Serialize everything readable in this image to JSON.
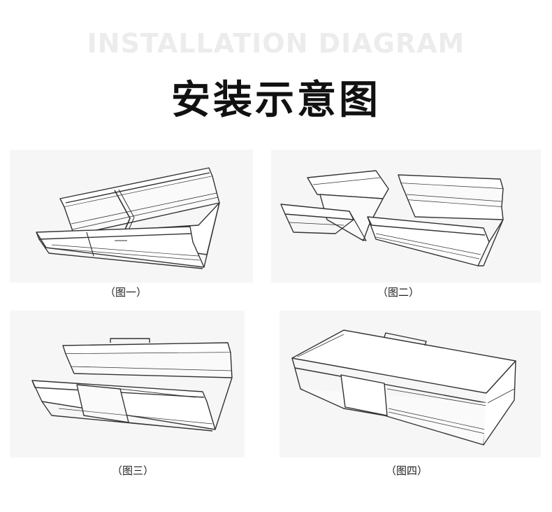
{
  "header": {
    "subtitle_en": "INSTALLATION DIAGRAM",
    "title_cn": "安装示意图"
  },
  "figures": [
    {
      "caption": "（图一）"
    },
    {
      "caption": "（图二）"
    },
    {
      "caption": "（图三）"
    },
    {
      "caption": "（图四）"
    }
  ],
  "colors": {
    "background": "#ffffff",
    "panel": "#f6f6f6",
    "line": "#333333",
    "title": "#111111",
    "subtitle": "#ececec"
  }
}
